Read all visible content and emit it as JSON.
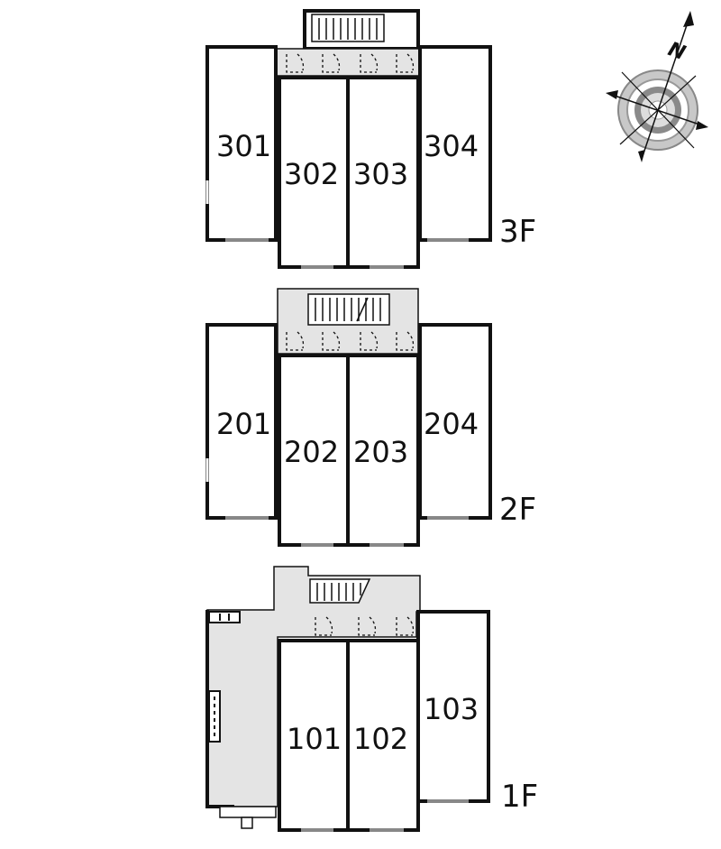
{
  "compass": {
    "label": "N"
  },
  "floors": [
    {
      "label": "3F",
      "units": [
        "301",
        "302",
        "303",
        "304"
      ]
    },
    {
      "label": "2F",
      "units": [
        "201",
        "202",
        "203",
        "204"
      ]
    },
    {
      "label": "1F",
      "units": [
        "101",
        "102",
        "103"
      ]
    }
  ]
}
